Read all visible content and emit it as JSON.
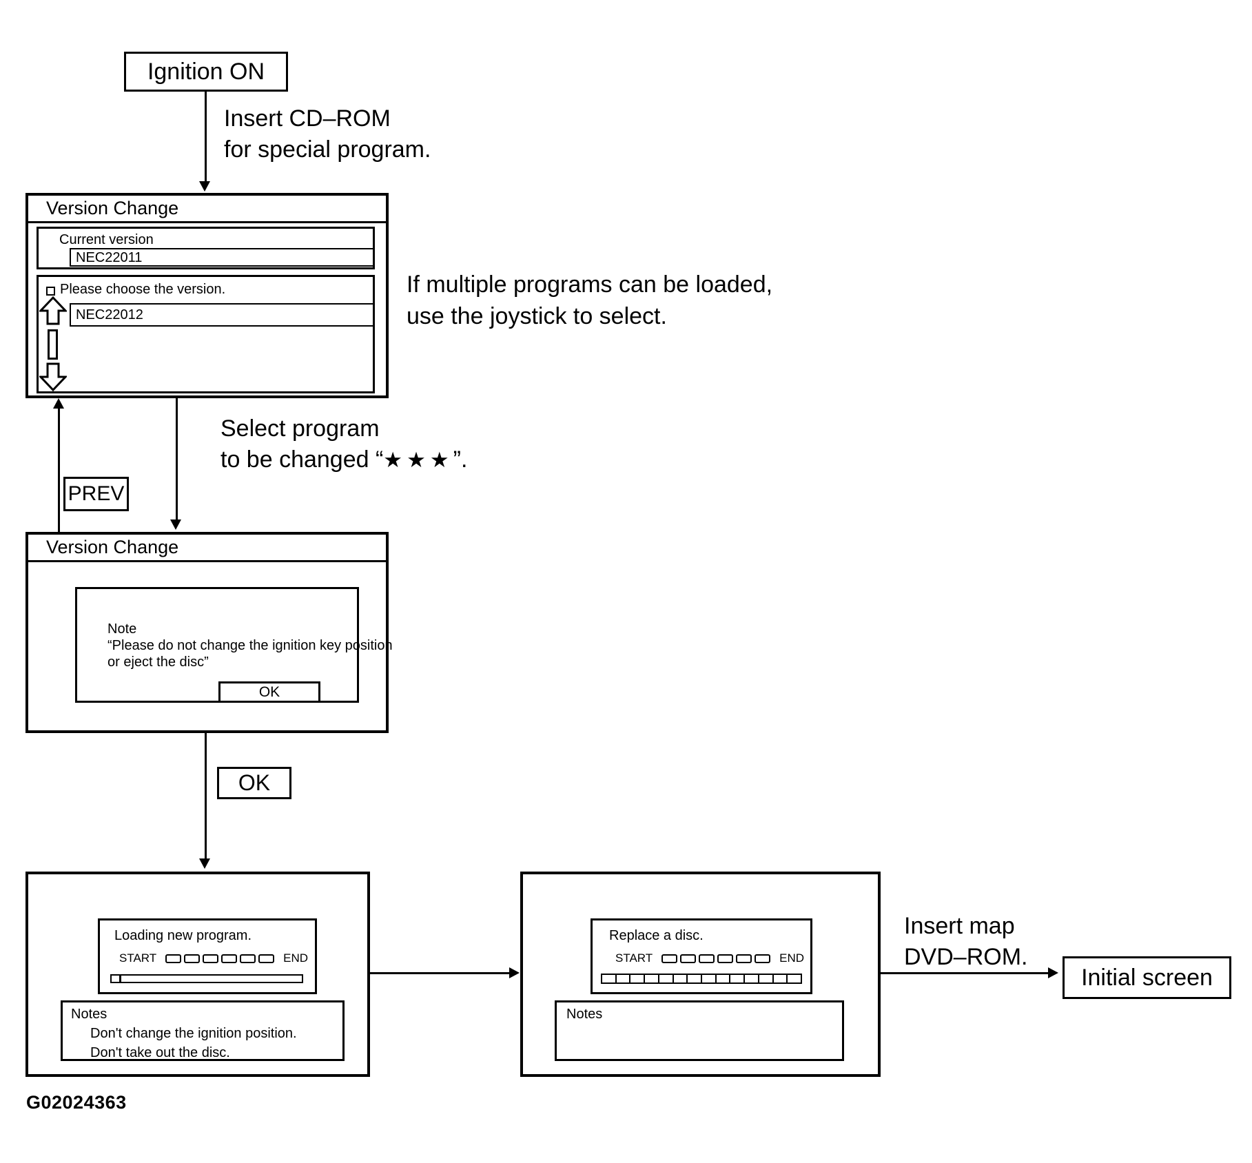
{
  "figure": {
    "id": "G02024363"
  },
  "flow": {
    "ignition_label": "Ignition ON",
    "insert_cdrom_line1": "Insert CD–ROM",
    "insert_cdrom_line2": "for special program.",
    "multi_note_line1": "If multiple programs can be loaded,",
    "multi_note_line2": "use the joystick to select.",
    "select_line1": "Select program",
    "select_line2_prefix": "to be changed “",
    "select_stars": "★★★",
    "select_line2_suffix": "”.",
    "prev_label": "PREV",
    "ok_label": "OK",
    "insert_map_line1": "Insert map",
    "insert_map_line2": "DVD–ROM.",
    "initial_screen_label": "Initial screen"
  },
  "screen1": {
    "title": "Version Change",
    "current_label": "Current version",
    "current_value": "NEC22011",
    "choose_label": "Please choose the version.",
    "choose_value": "NEC22012"
  },
  "screen2": {
    "title": "Version Change",
    "note_title": "Note",
    "note_line1": "“Please do not change the ignition key position",
    "note_line2": "or eject the disc”",
    "ok_button": "OK"
  },
  "loading_screen": {
    "title": "Loading new program.",
    "start": "START",
    "end": "END",
    "mini_boxes": 6,
    "notes_title": "Notes",
    "note1": "Don't change the ignition position.",
    "note2": "Don't take out the disc."
  },
  "replace_screen": {
    "title": "Replace a disc.",
    "start": "START",
    "end": "END",
    "mini_boxes": 6,
    "bar_segments": 14,
    "notes_title": "Notes"
  },
  "colors": {
    "ink": "#000000",
    "paper": "#ffffff"
  }
}
